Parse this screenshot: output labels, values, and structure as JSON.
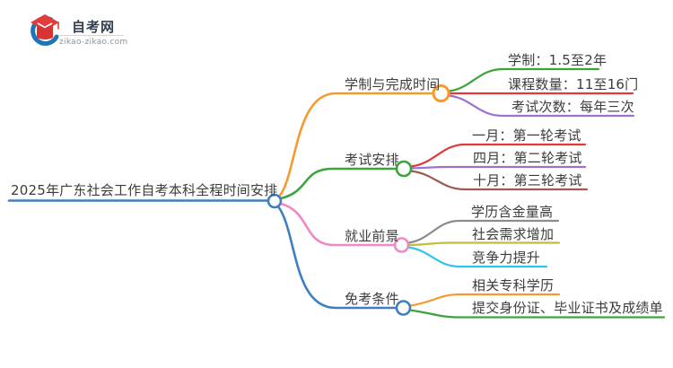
{
  "logo": {
    "title": "自考网",
    "domain": "zikao-zikao.com",
    "icon": "graduation-cap-icon",
    "colors": {
      "cap": "#e23c3c",
      "crescent": "#2173b4"
    }
  },
  "mindmap": {
    "root": {
      "label": "2025年广东社会工作自考本科全程时间安排",
      "color": "#3e7fc1"
    },
    "branches": [
      {
        "label": "学制与完成时间",
        "color": "#f79a2e",
        "children": [
          {
            "label": "学制：1.5至2年",
            "color": "#3da43d"
          },
          {
            "label": "课程数量：11至16门",
            "color": "#e03a3a"
          },
          {
            "label": "考试次数：每年三次",
            "color": "#9b73ce"
          }
        ]
      },
      {
        "label": "考试安排",
        "color": "#3da43d",
        "children": [
          {
            "label": "一月：第一轮考试",
            "color": "#e03a3a"
          },
          {
            "label": "四月：第二轮考试",
            "color": "#9b73ce"
          },
          {
            "label": "十月：第三轮考试",
            "color": "#9d5b51"
          }
        ]
      },
      {
        "label": "就业前景",
        "color": "#f287c3",
        "children": [
          {
            "label": "学历含金量高",
            "color": "#8c8c8c"
          },
          {
            "label": "社会需求增加",
            "color": "#bfbf3b"
          },
          {
            "label": "竞争力提升",
            "color": "#2fc5e8"
          }
        ]
      },
      {
        "label": "免考条件",
        "color": "#3e7fc1",
        "children": [
          {
            "label": "相关专科学历",
            "color": "#f79a2e"
          },
          {
            "label": "提交身份证、毕业证书及成绩单",
            "color": "#3da43d"
          }
        ]
      }
    ]
  }
}
